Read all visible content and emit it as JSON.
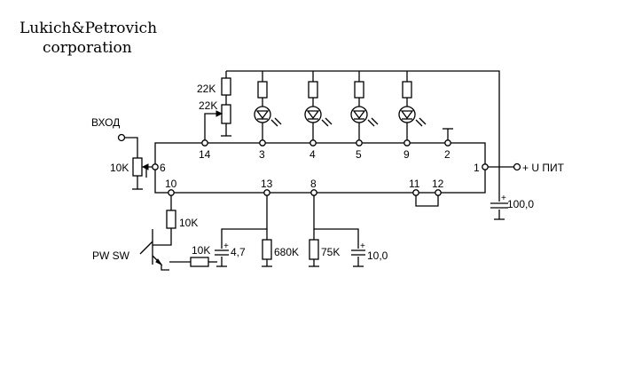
{
  "header": {
    "line1": "Lukich&Petrovich",
    "line2": "corporation"
  },
  "labels": {
    "input": "ВХОД",
    "pwsw": "PW SW",
    "supply": "+ U ПИТ",
    "r_22k_top": "22K",
    "r_22k_pot": "22K",
    "r_10k_input": "10K",
    "r_10k_pin10": "10K",
    "r_10k_base": "10K",
    "r_680k": "680K",
    "r_75k": "75K",
    "c_4_7": "4,7",
    "c_10_0": "10,0",
    "c_100_0": "100,0",
    "plus": "+"
  },
  "pins": {
    "p14": "14",
    "p3": "3",
    "p4": "4",
    "p5": "5",
    "p9": "9",
    "p2": "2",
    "p6": "6",
    "p1": "1",
    "p10": "10",
    "p13": "13",
    "p8": "8",
    "p11": "11",
    "p12": "12"
  }
}
